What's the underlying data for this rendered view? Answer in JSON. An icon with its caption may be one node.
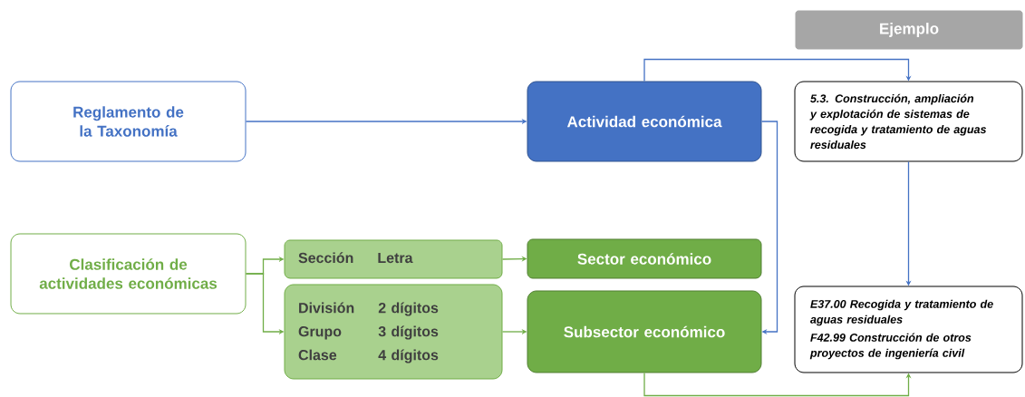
{
  "diagram": {
    "nodes": [
      {
        "text": [
          "Ejemplo"
        ]
      },
      {
        "text": [
          "Reglamento de la Taxonomía"
        ]
      },
      {
        "text": [
          "Actividad económica"
        ]
      },
      {
        "text": [
          "5.3. Construcción, ampliación y explotación de sistemas de recogida y tratamiento de aguas residuales"
        ]
      },
      {
        "text": [
          "Clasificación de actividades económicas"
        ]
      },
      {
        "text": [
          "Sección",
          "Letra"
        ]
      },
      {
        "text": [
          "Sector económico"
        ]
      },
      {
        "text": [
          "División",
          "2 dígitos",
          "Grupo",
          "3 dígitos",
          "Clase",
          "4 dígitos"
        ]
      },
      {
        "text": [
          "Subsector económico"
        ]
      },
      {
        "text": [
          "E37.00 Recogida y tratamiento de aguas residuales",
          "F42.99 Construcción de otros proyectos de ingeniería civil"
        ]
      }
    ],
    "edges": [
      {
        "from": 1,
        "to": 2,
        "arrow": "to",
        "color": "#4472c4"
      },
      {
        "from": 2,
        "to": 3,
        "arrow": "to",
        "color": "#4472c4"
      },
      {
        "from": 2,
        "to": 8,
        "arrow": "to",
        "color": "#4472c4"
      },
      {
        "from": 3,
        "to": 9,
        "arrow": "to",
        "color": "#4472c4"
      },
      {
        "from": 4,
        "to": 5,
        "arrow": "to",
        "color": "#70ad47"
      },
      {
        "from": 4,
        "to": 7,
        "arrow": "to",
        "color": "#70ad47"
      },
      {
        "from": 5,
        "to": 6,
        "arrow": "to",
        "color": "#70ad47"
      },
      {
        "from": 7,
        "to": 8,
        "arrow": "to",
        "color": "#70ad47"
      },
      {
        "from": 8,
        "to": 9,
        "arrow": "to",
        "color": "#70ad47"
      }
    ]
  }
}
